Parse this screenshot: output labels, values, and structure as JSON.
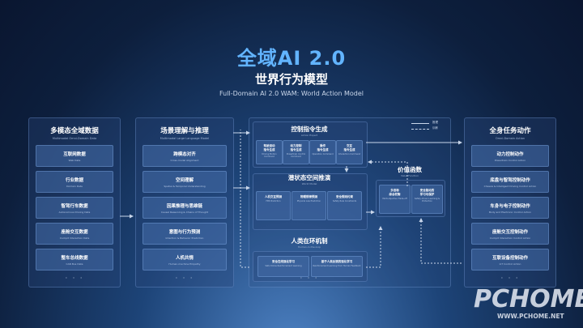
{
  "header": {
    "title": "全域AI 2.0",
    "subtitle": "世界行为模型",
    "tagline": "Full-Domain AI 2.0  WAM: World Action Model"
  },
  "left_panel": {
    "title": "多模态全域数据",
    "sub": "Multimodal Omni-Domain Data",
    "items": [
      {
        "cn": "互联网数据",
        "en": "Web Data"
      },
      {
        "cn": "行业数据",
        "en": "Domain Data"
      },
      {
        "cn": "智驾行车数据",
        "en": "Autonomous Driving Data"
      },
      {
        "cn": "座舱交互数据",
        "en": "Cockpit Interaction Data"
      },
      {
        "cn": "整车总线数据",
        "en": "CAN Bus Data"
      }
    ],
    "more": "· · ·"
  },
  "mid_left_panel": {
    "title": "场景理解与推理",
    "sub": "Multimodal Large Language Model",
    "items": [
      {
        "cn": "跨模态对齐",
        "en": "Cross-modal Alignment"
      },
      {
        "cn": "空间理解",
        "en": "Spatial & Temporal Understanding"
      },
      {
        "cn": "因果推理与思维链",
        "en": "Causal Reasoning & Chains of Thought"
      },
      {
        "cn": "意图与行为预测",
        "en": "Intention & Behavior Prediction"
      },
      {
        "cn": "人机共情",
        "en": "Human-machine Empathy"
      }
    ],
    "more": "· · ·"
  },
  "center": {
    "action_title": "控制指令生成",
    "action_sub": "Action Expert",
    "action_items": [
      {
        "cn": "驾驶运动\n指令生成",
        "en": "Driving Motion Command"
      },
      {
        "cn": "动力控制\n指令生成",
        "en": "Powertrain Control Command"
      },
      {
        "cn": "操作\n指令生成",
        "en": "Operation Command"
      },
      {
        "cn": "交互\n指令生成",
        "en": "Interaction Command"
      }
    ],
    "world_title": "潜状态空间推演",
    "world_sub": "World Model",
    "world_items": [
      {
        "cn": "人机交互预测",
        "en": "HMI Prediction"
      },
      {
        "cn": "物理规律预测",
        "en": "Physical Law Prediction"
      },
      {
        "cn": "安全规则约束",
        "en": "Safety Rule Constraints"
      }
    ],
    "value_title": "价值函数",
    "value_sub": "Value Function",
    "value_items": [
      {
        "cn": "多目标\n综合权衡",
        "en": "Multi-objective Trade-off"
      },
      {
        "cn": "安全驱动的\n学习与保护",
        "en": "Safety-driven Learning & Protection"
      }
    ],
    "loop_title": "人类在环机制",
    "loop_sub": "Human-in-the-loop",
    "loop_items": [
      {
        "cn": "安全在线强化学习",
        "en": "Safe Online Reinforcement Learning"
      },
      {
        "cn": "基于人类反馈的强化学习",
        "en": "Reinforcement Learning from Human Feedback"
      }
    ],
    "loop_more": "· · ·",
    "legend_a": "推理",
    "legend_b": "训练"
  },
  "right_panel": {
    "title": "全身任务动作",
    "sub": "Omni-Domain Action",
    "items": [
      {
        "cn": "动力控制动作",
        "en": "Powertrain Control Action"
      },
      {
        "cn": "底盘与智驾控制动作",
        "en": "Chassis & Intelligent Driving Control Action"
      },
      {
        "cn": "车身与电子控制动作",
        "en": "Body and Electronic Control Action"
      },
      {
        "cn": "座舱交互控制动作",
        "en": "Cockpit Interaction Control Action"
      },
      {
        "cn": "互联设备控制动作",
        "en": "IoT Control Action"
      }
    ],
    "more": "· · ·"
  },
  "watermark": {
    "brand": "PCHOME",
    "url": "WWW.PCHOME.NET"
  },
  "colors": {
    "accent": "#62b4ff",
    "panel": "#28467a",
    "card": "#466eaa"
  }
}
